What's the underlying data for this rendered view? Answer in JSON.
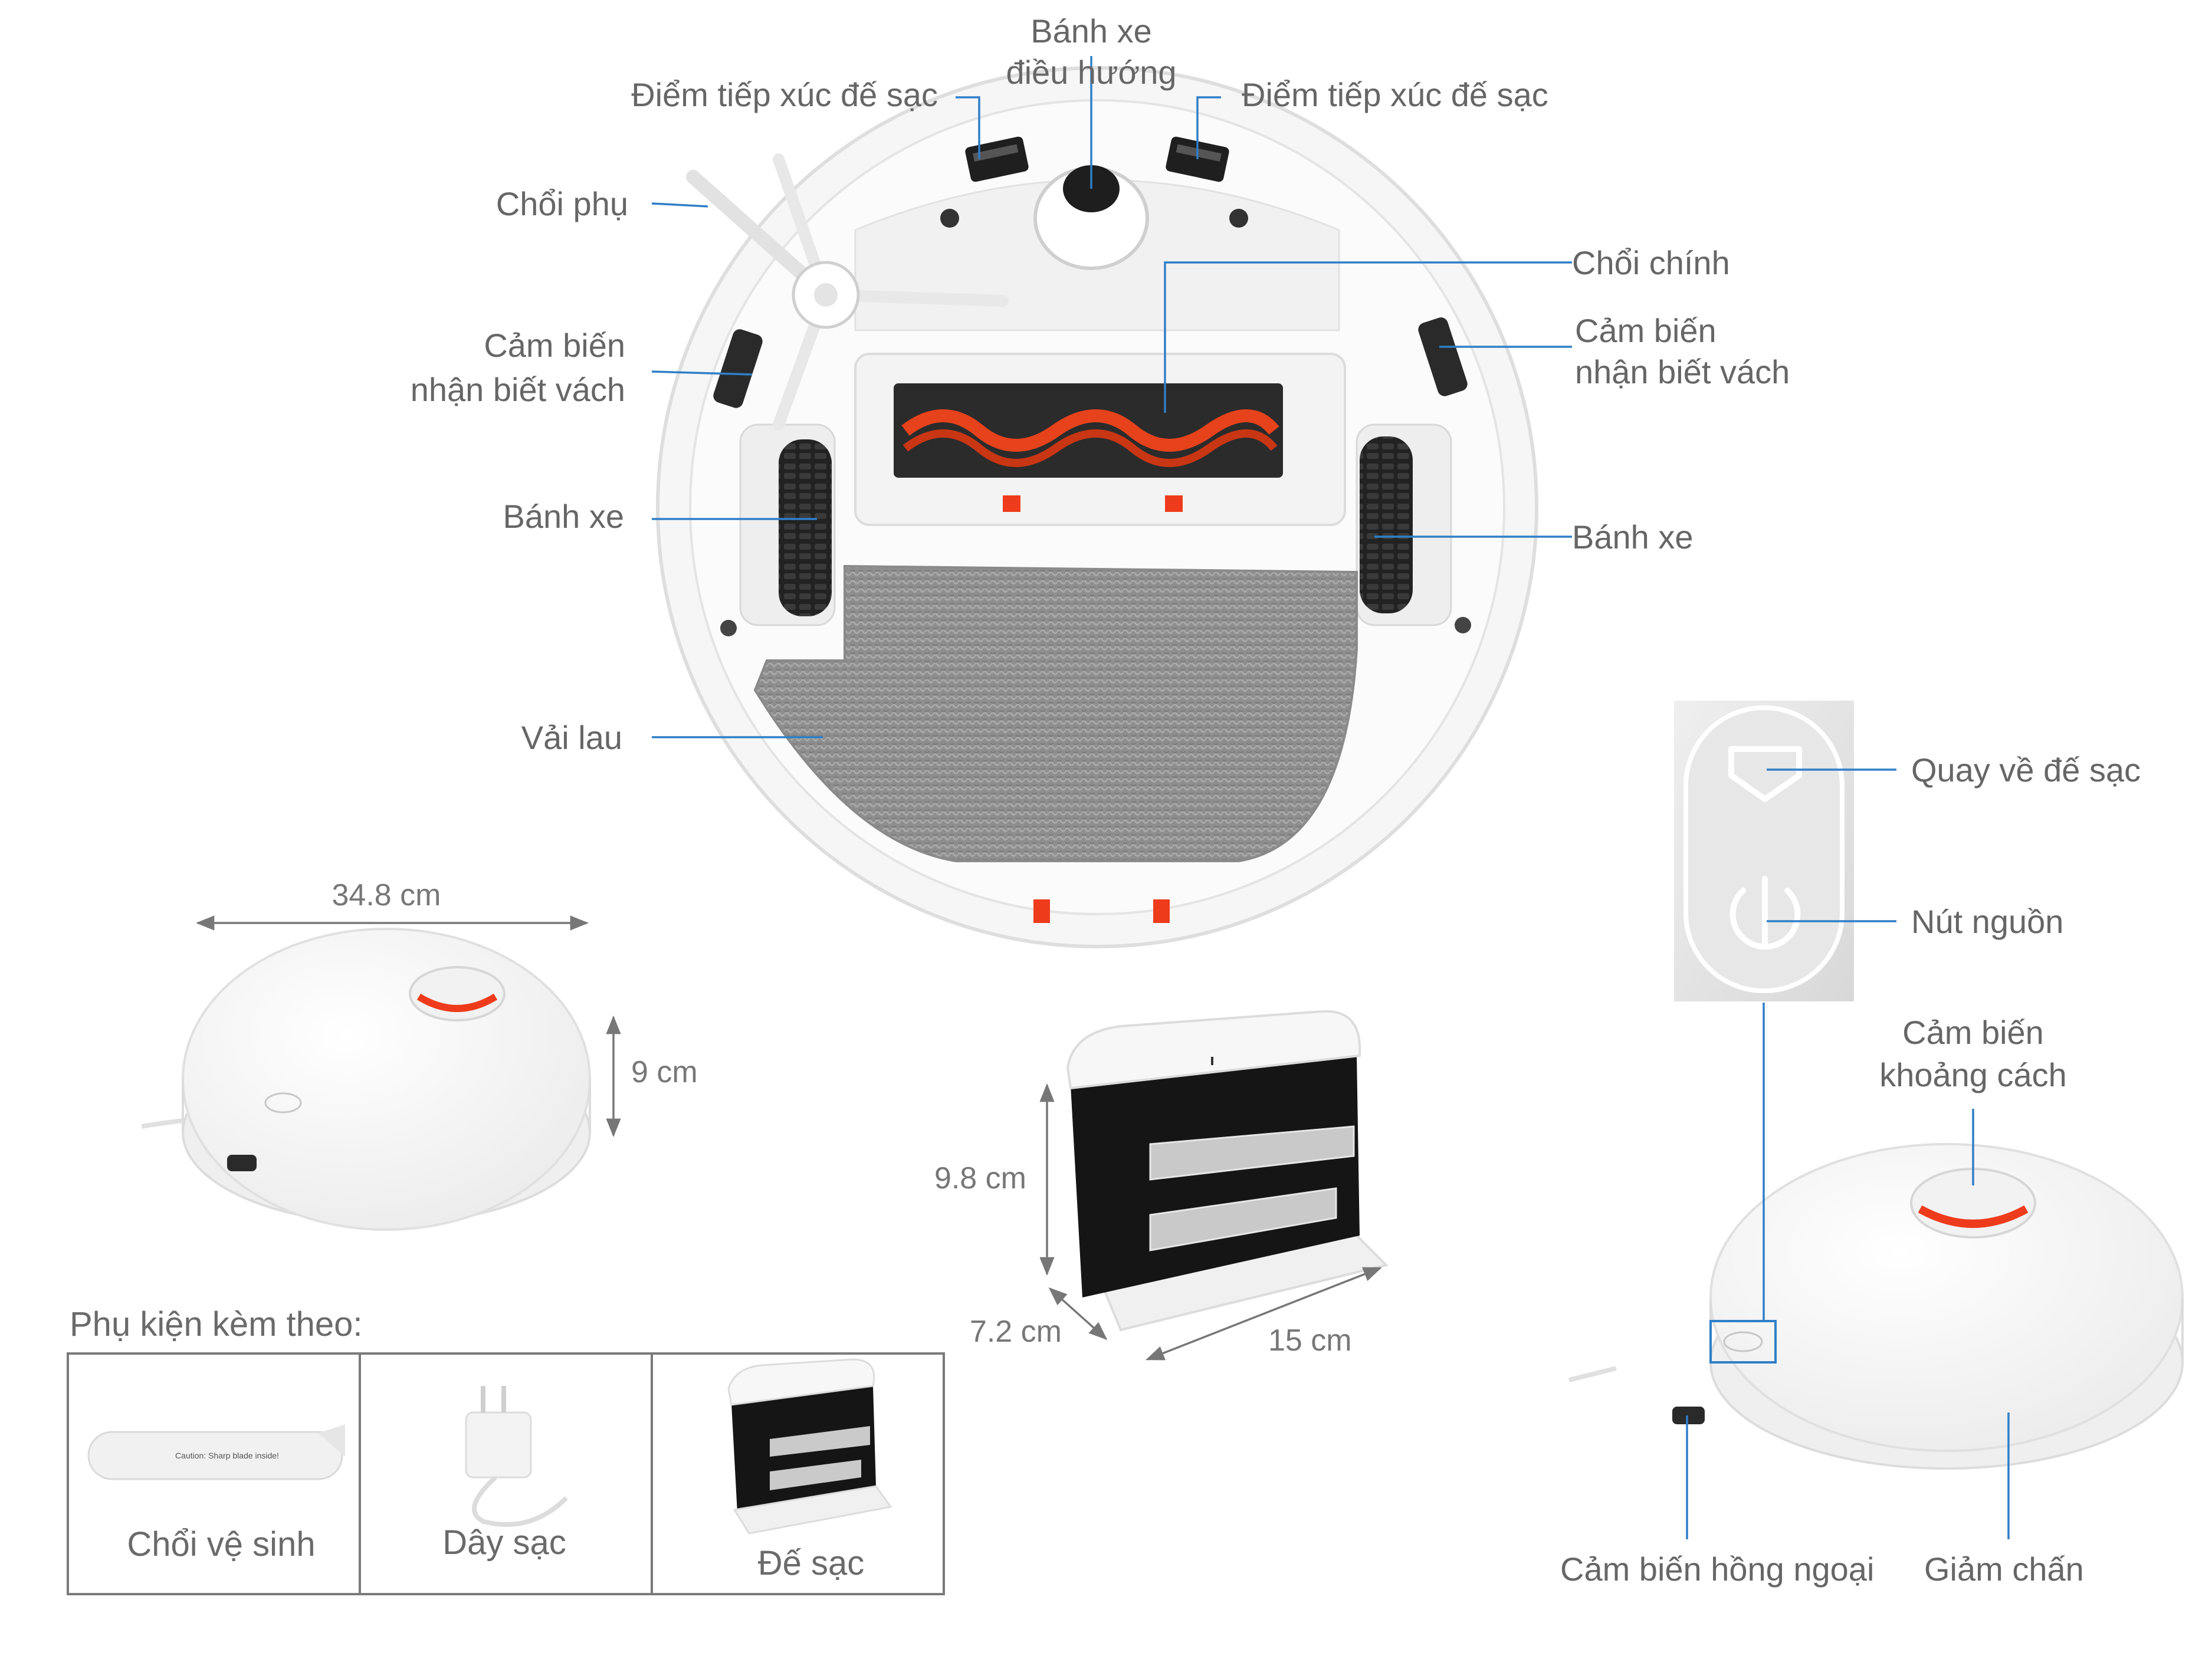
{
  "labels": {
    "steering_wheel": [
      "Bánh xe",
      "điều hướng"
    ],
    "charge_contact_left": "Điểm tiếp xúc đế sạc",
    "charge_contact_right": "Điểm tiếp xúc đế sạc",
    "side_brush": "Chổi phụ",
    "main_brush": "Chổi chính",
    "cliff_sensor_left": [
      "Cảm biến",
      "nhận biết vách"
    ],
    "cliff_sensor_right": [
      "Cảm biến",
      "nhận biết vách"
    ],
    "wheel_left": "Bánh xe",
    "wheel_right": "Bánh xe",
    "mop_cloth": "Vải lau",
    "return_to_dock": "Quay về đế sạc",
    "power_button": "Nút nguồn",
    "distance_sensor": [
      "Cảm biến",
      "khoảng cách"
    ],
    "infrared_sensor": "Cảm biến hồng ngoại",
    "bumper": "Giảm chấn"
  },
  "dimensions": {
    "robot_width": "34.8  cm",
    "robot_height": "9 cm",
    "dock_height": "9.8 cm",
    "dock_depth": "7.2 cm",
    "dock_width": "15 cm"
  },
  "accessories": {
    "title": "Phụ kiện kèm theo:",
    "items": [
      "Chổi vệ sinh",
      "Dây sạc",
      "Đế sạc"
    ],
    "brush_caution": "Caution: Sharp blade inside!"
  },
  "colors": {
    "leader_line": "#2f7fc8",
    "accent_red": "#ee3b1c",
    "label_text": "#666666",
    "robot_body": "#f4f4f4"
  }
}
